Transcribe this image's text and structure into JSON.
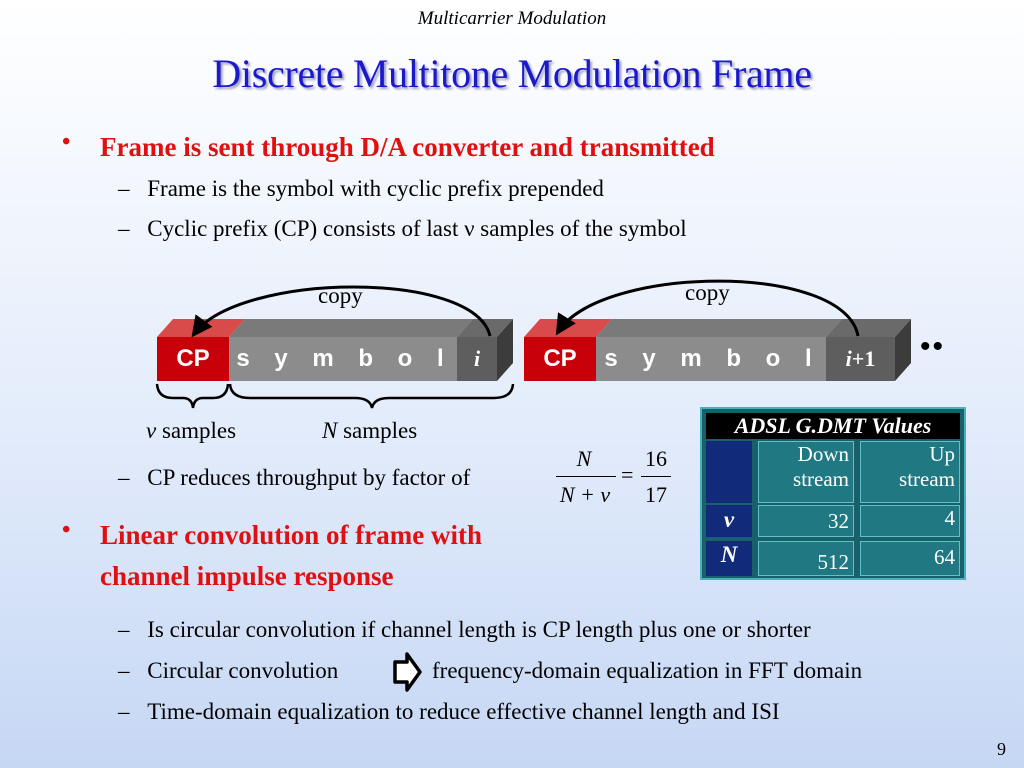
{
  "header": "Multicarrier Modulation",
  "title": "Discrete Multitone Modulation Frame",
  "bullet1": {
    "text": "Frame is sent through D/A converter and transmitted",
    "subs": [
      "Frame is the symbol with cyclic prefix prepended",
      "Cyclic prefix (CP) consists of last ν samples of the symbol"
    ]
  },
  "diagram": {
    "copy_label": "copy",
    "cp_label": "CP",
    "symbol_label": "s y m b o l",
    "index1": "i",
    "index2": "i+1",
    "ellipsis": "••",
    "nu_samples_var": "ν",
    "n_samples_var": "N",
    "samples_word": "samples"
  },
  "cp_reduction": {
    "text": "CP reduces throughput by factor of",
    "frac_num": "N",
    "frac_den": "N + ν",
    "equals": "=",
    "value_num": "16",
    "value_den": "17"
  },
  "bullet2": {
    "line1": "Linear convolution of frame with",
    "line2": "channel impulse response",
    "subs": [
      "Is circular convolution if channel length is CP length plus one or shorter",
      "Circular convolution",
      "frequency-domain equalization in FFT domain",
      "Time-domain equalization to reduce effective channel length and ISI"
    ]
  },
  "table": {
    "title": "ADSL G.DMT Values",
    "col_down_1": "Down",
    "col_down_2": "stream",
    "col_up_1": "Up",
    "col_up_2": "stream",
    "rows": [
      {
        "param": "ν",
        "down": "32",
        "up": "4"
      },
      {
        "param": "N",
        "down": "512",
        "up": "64"
      }
    ]
  },
  "bullet_char": "•",
  "dash_char": "–",
  "page_number": "9"
}
